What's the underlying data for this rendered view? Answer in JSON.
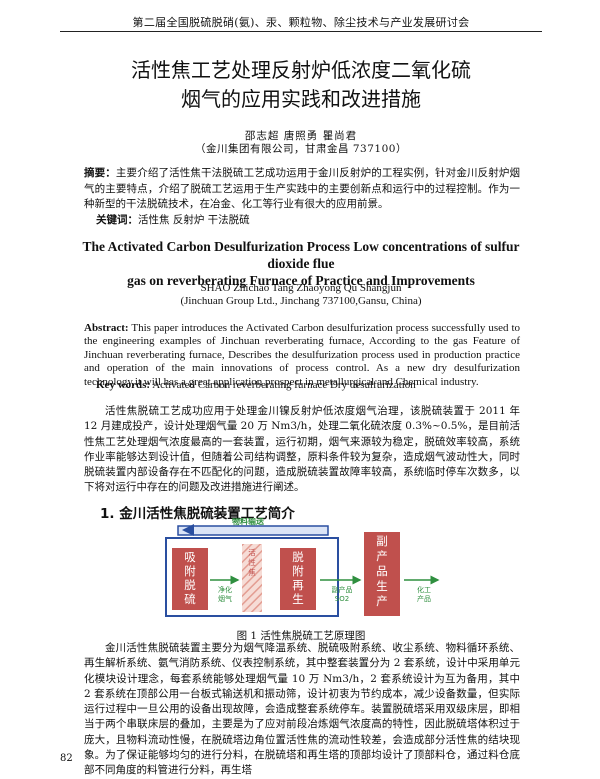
{
  "running_head": "第二届全国脱硫脱硝(氨)、汞、颗粒物、除尘技术与产业发展研讨会",
  "title_zh_line1": "活性焦工艺处理反射炉低浓度二氧化硫",
  "title_zh_line2": "烟气的应用实践和改进措施",
  "authors_zh": "邵志超   唐照勇   瞿尚君",
  "affiliation_zh": "（金川集团有限公司，甘肃金昌 737100）",
  "abstract_zh_label": "摘要：",
  "abstract_zh_text": "主要介绍了活性焦干法脱硫工艺成功运用于金川反射炉的工程实例，针对金川反射炉烟气的主要特点，介绍了脱硫工艺运用于生产实践中的主要创新点和运行中的过程控制。作为一种新型的干法脱硫技术，在冶金、化工等行业有很大的应用前景。",
  "keywords_zh_label": "关键词：",
  "keywords_zh_text": "活性焦   反射炉  干法脱硫",
  "title_en_line1": "The Activated Carbon Desulfurization Process Low concentrations of sulfur dioxide flue",
  "title_en_line2": "gas on reverberating Furnace    of    Practice and    Improvements",
  "authors_en": "SHAO Zhichao    Tang Zhaoyong    Qu Shangjun",
  "affiliation_en": "(Jinchuan Group Ltd., Jinchang 737100,Gansu, China)",
  "abstract_en_label": "Abstract:",
  "abstract_en_text": " This paper introduces the Activated Carbon desulfurization process successfully used to the engineering examples of Jinchuan reverberating furnace, According to the gas Feature of Jinchuan reverberating furnace, Describes the desulfurization process used in production practice and operation of the main innovations of process control. As a new dry desulfurization technology,it will has a great application prospect in metallurgical and Chemical industry.",
  "keywords_en_label": "Key words:",
  "keywords_en_text": " Activated Carbon    reverberating furnace    Dry desulfurization",
  "para_1": "活性焦脱硫工艺成功应用于处理金川镍反射炉低浓度烟气治理，该脱硫装置于 2011 年 12 月建成投产，设计处理烟气量 20 万 Nm3/h，处理二氧化硫浓度 0.3%~0.5%，是目前活性焦工艺处理烟气浓度最高的一套装置，运行初期，烟气来源较为稳定，脱硫效率较高，系统作业率能够达到设计值，但随着公司结构调整，原料条件较为复杂，造成烟气波动性大，同时脱硫装置内部设备存在不匹配化的问题，造成脱硫装置故障率较高，系统临时停车次数多，以下将对运行中存在的问题及改进措施进行阐述。",
  "section_1": "1. 金川活性焦脱硫装置工艺简介",
  "diagram": {
    "top_label": "物料输送",
    "box1": "吸附脱硫",
    "box2": "脱附再生",
    "box3": "副产品生产",
    "mid_label": "活性焦",
    "label_clean": "净化",
    "label_clean2": "烟气",
    "label_by1": "副产品",
    "label_by2": "SO2",
    "label_chem1": "化工",
    "label_chem2": "产品",
    "color_box": "#c0504d",
    "color_stripe": "#e8b0a8",
    "color_frame": "#2a4fa0",
    "color_green": "#2f8f3f"
  },
  "figure_caption": "图 1    活性焦脱硫工艺原理图",
  "para_2": "金川活性焦脱硫装置主要分为烟气降温系统、脱硫吸附系统、收尘系统、物料循环系统、再生解析系统、氨气消防系统、仪表控制系统，其中整套装置分为 2 套系统，设计中采用单元化模块设计理念，每套系统能够处理烟气量 10 万 Nm3/h，2 套系统设计为互为备用，其中 2 套系统在顶部公用一台板式输送机和振动筛，设计初衷为节约成本，减少设备数量，但实际运行过程中一旦公用的设备出现故障，会造成整套系统停车。装置脱硫塔采用双级床层，即相当于两个串联床层的叠加，主要是为了应对前段冶炼烟气浓度高的特性，因此脱硫塔体积过于庞大，且物料流动性慢，在脱硫塔边角位置活性焦的流动性较差，会造成部分活性焦的结块现象。为了保证能够均匀的进行分料，在脱硫塔和再生塔的顶部均设计了顶部料仓，通过料仓底部不同角度的料管进行分料，再生塔",
  "folio": "82"
}
